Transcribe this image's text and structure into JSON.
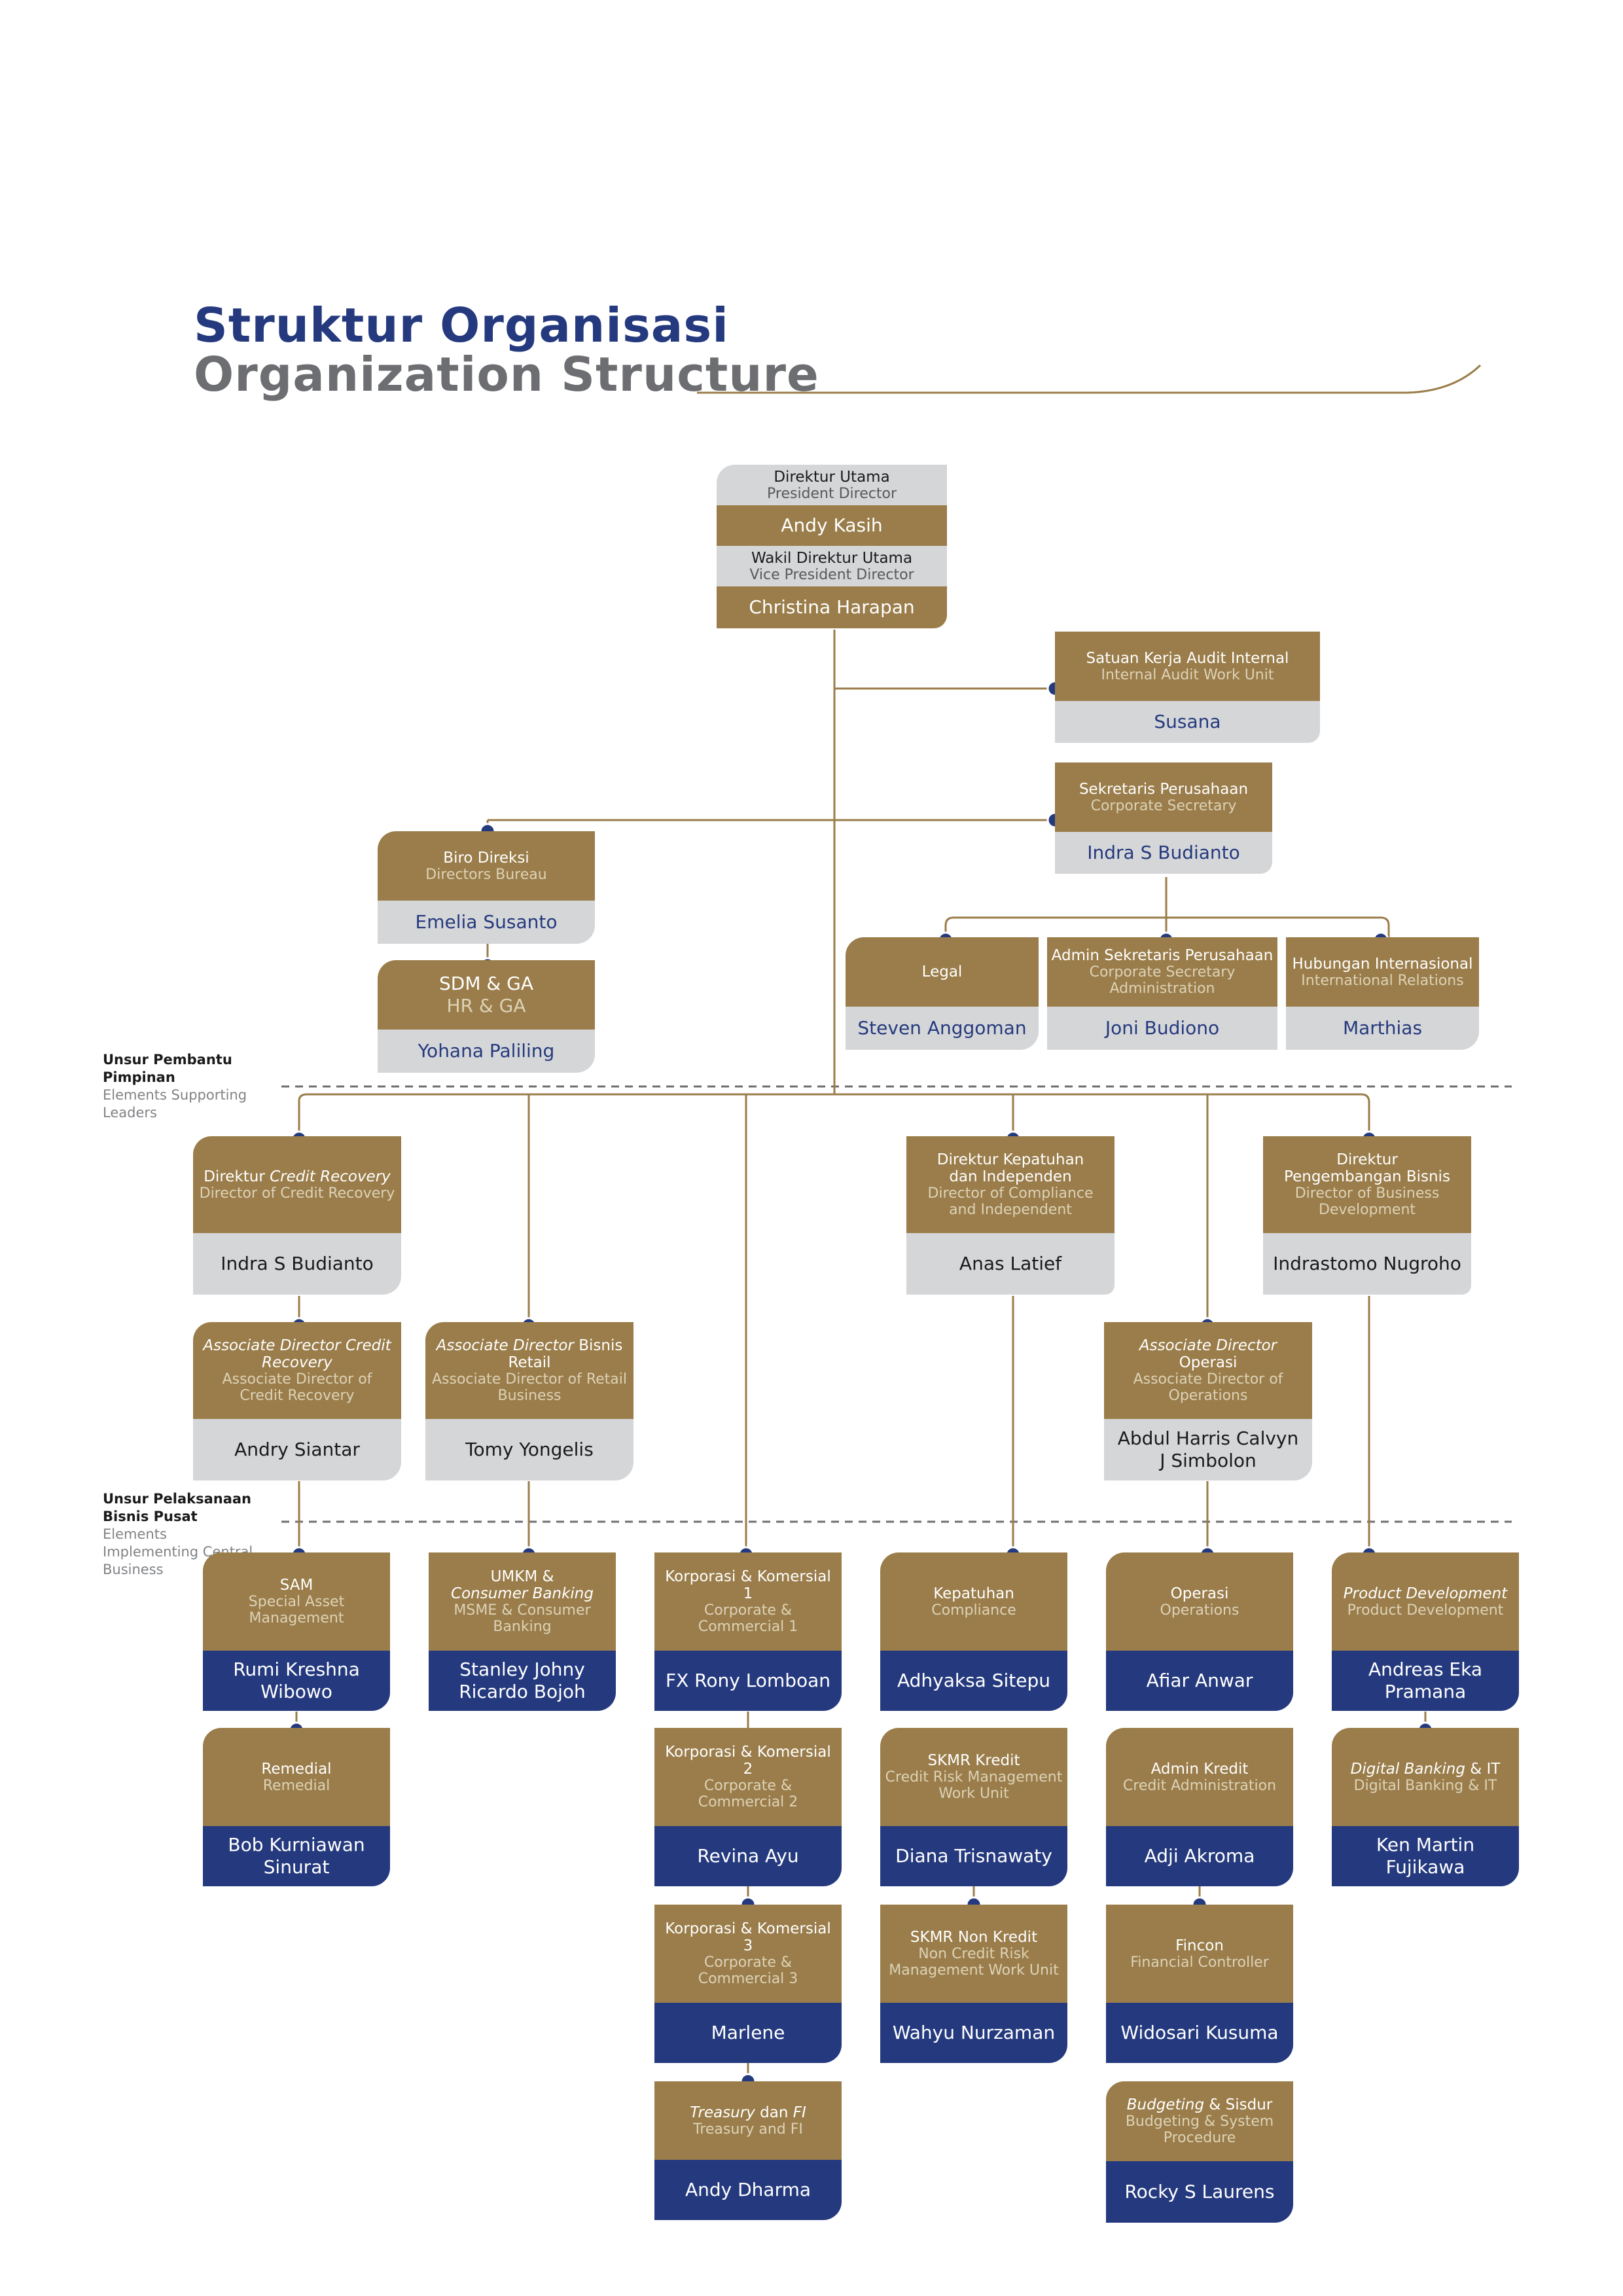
{
  "title": {
    "line1": "Struktur Organisasi",
    "line2": "Organization Structure"
  },
  "colors": {
    "gold": "#9a7d4a",
    "navy": "#253a7e",
    "grey": "#d5d6d8",
    "connector_dot": "#253a7e",
    "line": "#9a7d4a"
  },
  "levels": {
    "supporting": {
      "id": "Unsur Pembantu Pimpinan",
      "en": "Elements Supporting Leaders"
    },
    "implementing": {
      "id": "Unsur Pelaksanaan Bisnis Pusat",
      "en": "Elements Implementing Central Business"
    }
  },
  "units": {
    "president": {
      "id": "Direktur Utama",
      "en": "President Director",
      "name": "Andy Kasih"
    },
    "vice_president": {
      "id": "Wakil Direktur Utama",
      "en": "Vice President Director",
      "name": "Christina Harapan"
    },
    "audit": {
      "id": "Satuan Kerja Audit Internal",
      "en": "Internal Audit Work Unit",
      "name": "Susana"
    },
    "corp_sec": {
      "id": "Sekretaris Perusahaan",
      "en": "Corporate Secretary",
      "name": "Indra S Budianto"
    },
    "biro": {
      "id": "Biro Direksi",
      "en": "Directors Bureau",
      "name": "Emelia Susanto"
    },
    "sdm": {
      "id": "SDM & GA",
      "en": "HR & GA",
      "name": "Yohana Paliling"
    },
    "legal": {
      "id": "Legal",
      "name": "Steven Anggoman"
    },
    "admin_sec": {
      "id": "Admin Sekretaris Perusahaan",
      "en": "Corporate Secretary Administration",
      "name": "Joni Budiono"
    },
    "intl": {
      "id": "Hubungan Internasional",
      "en": "International Relations",
      "name": "Marthias"
    },
    "dir_credit": {
      "id_a": "Direktur ",
      "id_b": "Credit Recovery",
      "en": "Director of Credit Recovery",
      "name": "Indra S Budianto"
    },
    "dir_compliance": {
      "id": "Direktur Kepatuhan dan Independen",
      "en": "Director of Compliance and Independent",
      "name": "Anas Latief"
    },
    "dir_business": {
      "id": "Direktur Pengembangan Bisnis",
      "en": "Director of Business Development",
      "name": "Indrastomo Nugroho"
    },
    "assoc_credit": {
      "id": "Associate Director Credit Recovery",
      "en": "Associate Director of Credit Recovery",
      "name": "Andry Siantar"
    },
    "assoc_retail": {
      "id_a": "Associate Director",
      "id_b": " Bisnis Retail",
      "en": "Associate Director of Retail Business",
      "name": "Tomy Yongelis"
    },
    "assoc_ops": {
      "id_a": "Associate Director",
      "id_b": " Operasi",
      "en": "Associate Director of Operations",
      "name": "Abdul Harris Calvyn J Simbolon"
    },
    "sam": {
      "id": "SAM",
      "en": "Special Asset Management",
      "name": "Rumi Kreshna Wibowo"
    },
    "remedial": {
      "id": "Remedial",
      "en": "Remedial",
      "name": "Bob Kurniawan Sinurat"
    },
    "umkm": {
      "id_a": "UMKM &",
      "id_b": "Consumer Banking",
      "en": "MSME & Consumer Banking",
      "name": "Stanley Johny Ricardo Bojoh"
    },
    "korp1": {
      "id": "Korporasi & Komersial 1",
      "en": "Corporate & Commercial 1",
      "name": "FX Rony Lomboan"
    },
    "korp2": {
      "id": "Korporasi & Komersial 2",
      "en": "Corporate & Commercial 2",
      "name": "Revina Ayu"
    },
    "korp3": {
      "id": "Korporasi & Komersial 3",
      "en": "Corporate & Commercial 3",
      "name": "Marlene"
    },
    "treasury": {
      "id_a": "Treasury",
      "id_b": " dan ",
      "id_c": "FI",
      "en": "Treasury and FI",
      "name": "Andy Dharma"
    },
    "kepatuhan": {
      "id": "Kepatuhan",
      "en": "Compliance",
      "name": "Adhyaksa Sitepu"
    },
    "skmr_kredit": {
      "id": "SKMR Kredit",
      "en": "Credit Risk Management Work Unit",
      "name": "Diana Trisnawaty"
    },
    "skmr_non": {
      "id": "SKMR Non Kredit",
      "en": "Non Credit Risk Management Work Unit",
      "name": "Wahyu Nurzaman"
    },
    "operasi": {
      "id": "Operasi",
      "en": "Operations",
      "name": "Afiar Anwar"
    },
    "admin_kredit": {
      "id": "Admin Kredit",
      "en": "Credit Administration",
      "name": "Adji Akroma"
    },
    "fincon": {
      "id": "Fincon",
      "en": "Financial Controller",
      "name": "Widosari Kusuma"
    },
    "budgeting": {
      "id_a": "Budgeting",
      "id_b": " & Sisdur",
      "en": "Budgeting & System Procedure",
      "name": "Rocky S Laurens"
    },
    "product_dev": {
      "id": "Product Development",
      "en": "Product Development",
      "name": "Andreas Eka Pramana"
    },
    "digital": {
      "id_a": "Digital Banking",
      "id_b": " & IT",
      "en": "Digital Banking & IT",
      "name": "Ken Martin Fujikawa"
    }
  }
}
